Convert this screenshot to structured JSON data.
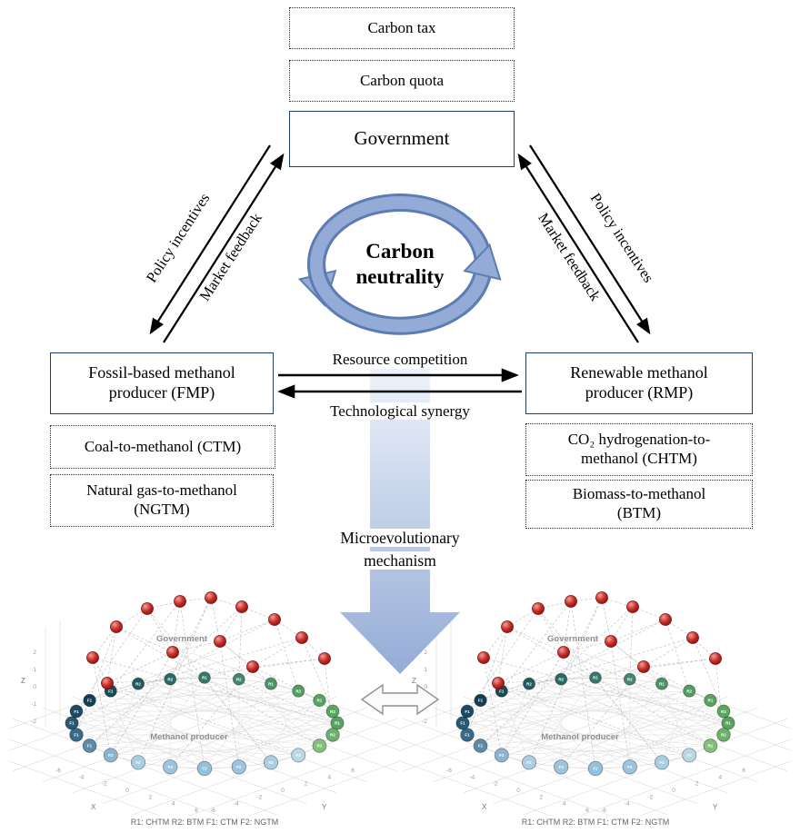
{
  "diagram": {
    "carbon_tax": "Carbon tax",
    "carbon_quota": "Carbon quota",
    "government": "Government",
    "carbon_neutrality_line1": "Carbon",
    "carbon_neutrality_line2": "neutrality",
    "policy_incentives": "Policy incentives",
    "market_feedback": "Market feedback",
    "fmp_title": "Fossil-based methanol producer (FMP)",
    "ctm": "Coal-to-methanol (CTM)",
    "ngtm": "Natural gas-to-methanol (NGTM)",
    "rmp_title": "Renewable methanol producer (RMP)",
    "chtm": "CO₂ hydrogenation-to-methanol (CHTM)",
    "btm": "Biomass-to-methanol (BTM)",
    "resource_competition": "Resource competition",
    "technological_synergy": "Technological synergy",
    "microevolutionary_line1": "Microevolutionary",
    "microevolutionary_line2": "mechanism"
  },
  "colors": {
    "solid_box_border": "#1f3d6d",
    "cycle_arrow_fill": "#94abd8",
    "cycle_arrow_outline": "#5d7cb2",
    "down_arrow_top": "#eef3fa",
    "down_arrow_bottom": "#94abd6",
    "government_node": "#c9302b"
  },
  "network_plots": {
    "type": "3d-network-scatter",
    "left": {
      "government_label": "Government",
      "producer_label": "Methanol producer",
      "legend": "R1: CHTM  R2: BTM  F1: CTM  F2: NGTM"
    },
    "right": {
      "government_label": "Government",
      "producer_label": "Methanol producer",
      "legend": "R1: CHTM  R2: BTM  F1: CTM  F2: NGTM"
    },
    "axis": {
      "x": "X",
      "y": "Y",
      "z": "Z",
      "ticks": [
        "-6",
        "-4",
        "-2",
        "0",
        "2",
        "4",
        "6"
      ],
      "z_ticks": [
        "2",
        "1",
        "0",
        "-1",
        "-2"
      ]
    },
    "government_node_count": 13,
    "producer_palette": [
      "#58a45f",
      "#6bb06b",
      "#85bd7d",
      "#b9d7e6",
      "#a9cde2",
      "#9cc5dd",
      "#93c0da",
      "#9cc5dd",
      "#a9cde2",
      "#8db4cf",
      "#5d8aa8",
      "#3a6a8a",
      "#255a74",
      "#1b4a62",
      "#143e54",
      "#174b55",
      "#1f5a5e",
      "#2a6a66",
      "#35796b",
      "#41886e",
      "#4b9468",
      "#539d62",
      "#57a35f",
      "#5aa75e"
    ],
    "ring_labels": [
      "R1",
      "R2",
      "R1",
      "F2",
      "F2",
      "F2",
      "F2",
      "F2",
      "F2",
      "F2",
      "F1",
      "F1",
      "F1",
      "F1",
      "F1",
      "F1",
      "R2",
      "R2",
      "R1",
      "R2",
      "R1",
      "R2",
      "R1",
      "R2"
    ]
  }
}
